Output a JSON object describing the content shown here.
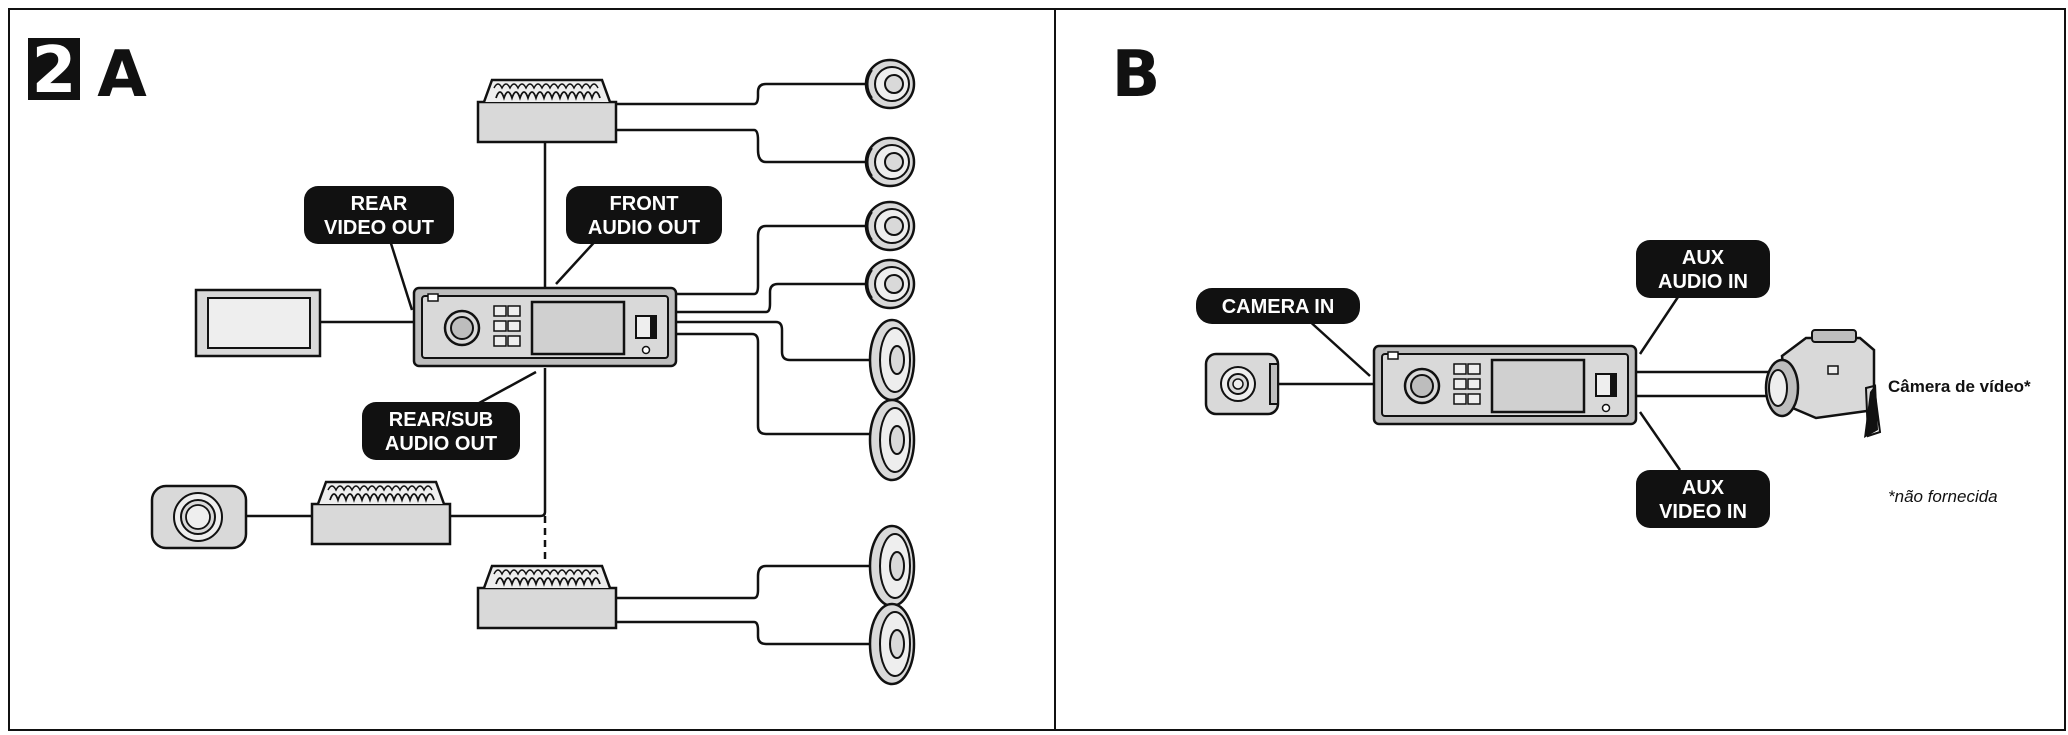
{
  "panel_a": {
    "step_number": "2",
    "letter": "A",
    "labels": {
      "rear_video_out": [
        "REAR",
        "VIDEO OUT"
      ],
      "front_audio_out": [
        "FRONT",
        "AUDIO OUT"
      ],
      "rear_sub_audio_out": [
        "REAR/SUB",
        "AUDIO OUT"
      ]
    }
  },
  "panel_b": {
    "letter": "B",
    "labels": {
      "camera_in": "CAMERA IN",
      "aux_audio_in": [
        "AUX",
        "AUDIO IN"
      ],
      "aux_video_in": [
        "AUX",
        "VIDEO IN"
      ]
    },
    "camcorder_caption": "Câmera de vídeo*",
    "footnote": "*não fornecida"
  },
  "colors": {
    "line": "#111111",
    "device_fill": "#d9d9d9",
    "pill": "#111111"
  }
}
